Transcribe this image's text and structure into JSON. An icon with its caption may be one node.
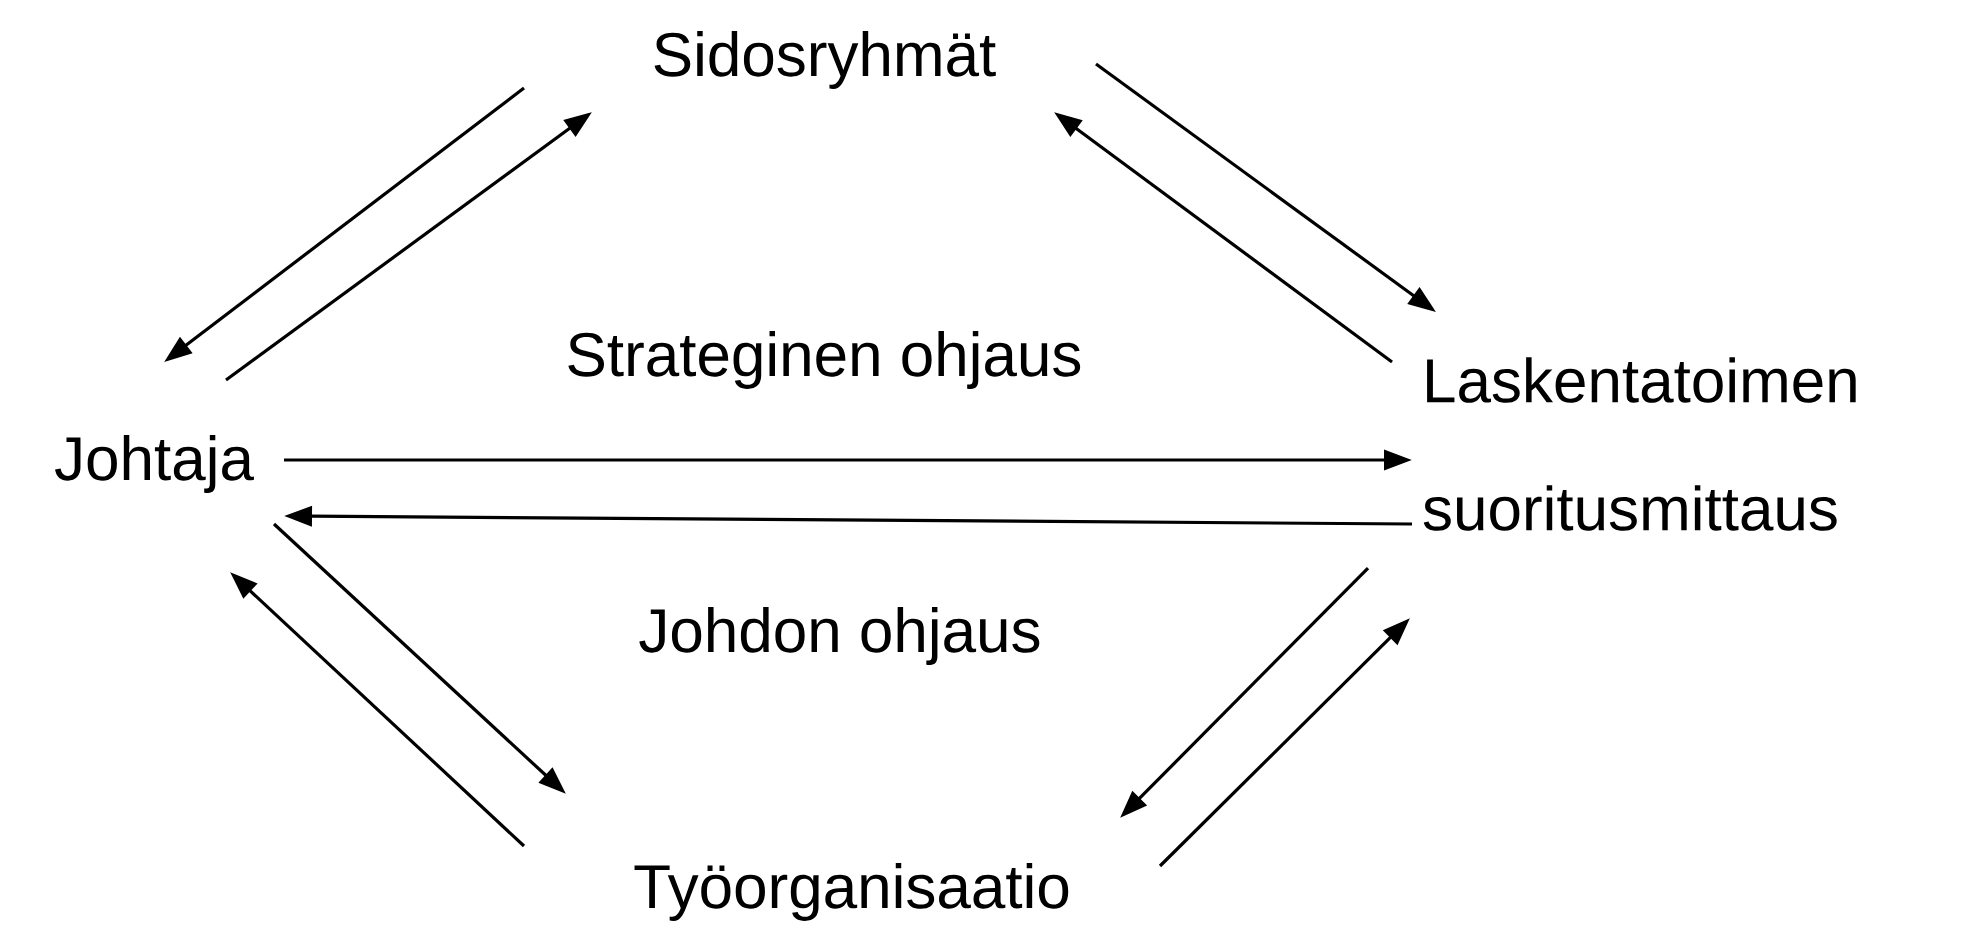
{
  "diagram": {
    "nodes": [
      {
        "text": [
          "Sidosryhmät"
        ]
      },
      {
        "text": [
          "Johtaja"
        ]
      },
      {
        "text": [
          "Laskentatoimen suoritusmittaus"
        ]
      },
      {
        "text": [
          "Työorganisaatio"
        ]
      }
    ],
    "edges": [
      {
        "from": 0,
        "to": 1,
        "arrow": "to"
      },
      {
        "from": 1,
        "to": 0,
        "arrow": "to"
      },
      {
        "from": 0,
        "to": 2,
        "arrow": "to"
      },
      {
        "from": 2,
        "to": 0,
        "arrow": "to"
      },
      {
        "from": 1,
        "to": 2,
        "arrow": "to",
        "label": "Strateginen ohjaus"
      },
      {
        "from": 2,
        "to": 1,
        "arrow": "to",
        "label": "Johdon ohjaus"
      },
      {
        "from": 1,
        "to": 3,
        "arrow": "to"
      },
      {
        "from": 3,
        "to": 1,
        "arrow": "to"
      },
      {
        "from": 2,
        "to": 3,
        "arrow": "to"
      },
      {
        "from": 3,
        "to": 2,
        "arrow": "to"
      }
    ]
  }
}
